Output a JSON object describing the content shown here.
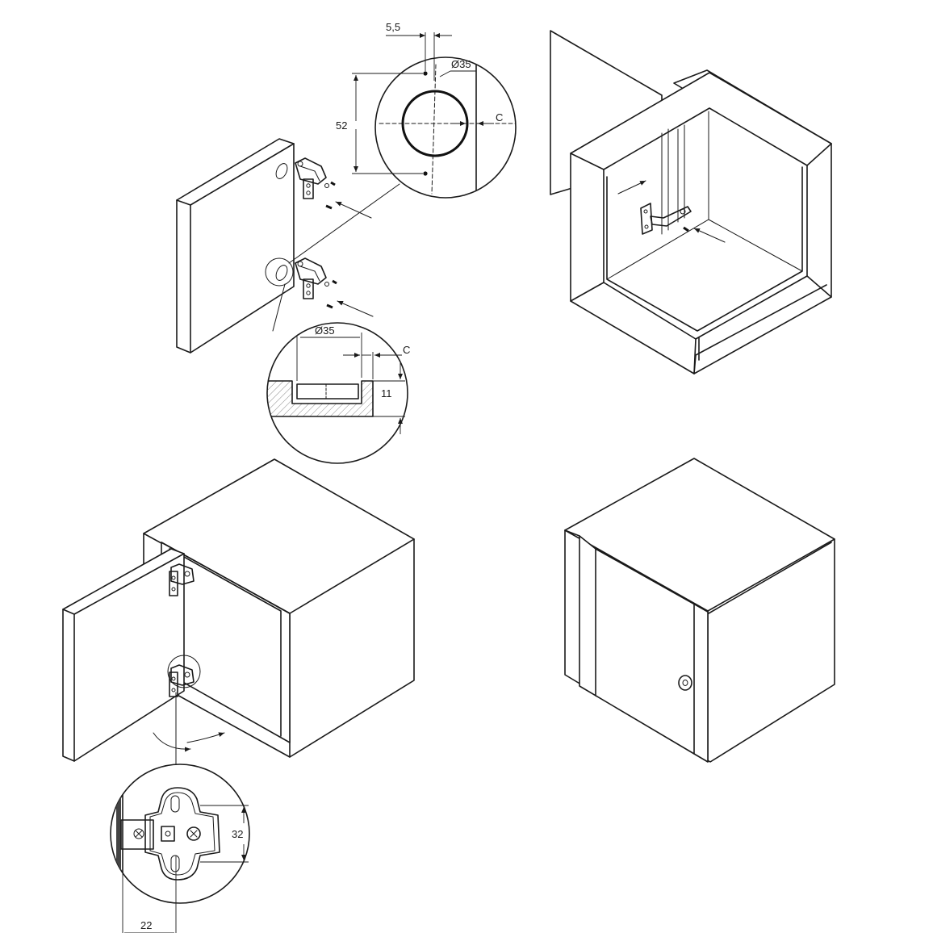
{
  "labels": {
    "offset_5_5": "5,5",
    "diameter_top": "Ø35",
    "dim_52": "52",
    "c_top": "C",
    "diameter_section": "Ø35",
    "c_section": "C",
    "dim_11": "11",
    "dim_32": "32",
    "dim_22": "22"
  }
}
